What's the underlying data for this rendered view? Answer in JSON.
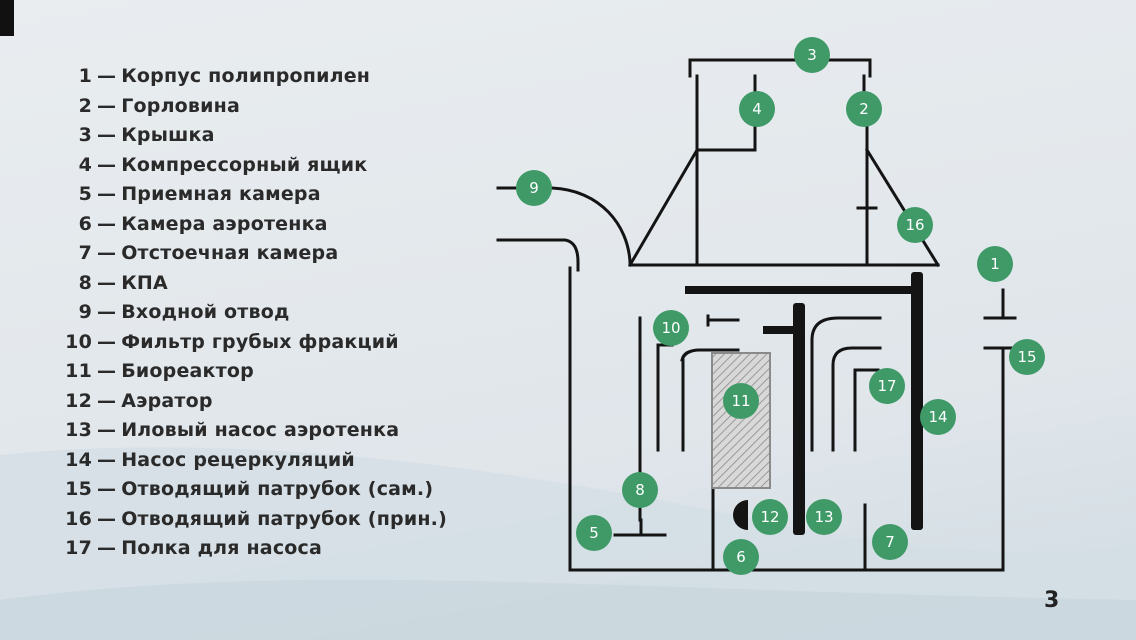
{
  "legend": [
    {
      "num": "1",
      "text": "Корпус полипропилен"
    },
    {
      "num": "2",
      "text": "Горловина"
    },
    {
      "num": "3",
      "text": "Крышка"
    },
    {
      "num": "4",
      "text": "Компрессорный ящик"
    },
    {
      "num": "5",
      "text": "Приемная камера"
    },
    {
      "num": "6",
      "text": "Камера аэротенка"
    },
    {
      "num": "7",
      "text": "Отстоечная камера"
    },
    {
      "num": "8",
      "text": "КПА"
    },
    {
      "num": "9",
      "text": "Входной отвод"
    },
    {
      "num": "10",
      "text": "Фильтр грубых фракций"
    },
    {
      "num": "11",
      "text": "Биореактор"
    },
    {
      "num": "12",
      "text": "Аэратор"
    },
    {
      "num": "13",
      "text": "Иловый насос аэротенка"
    },
    {
      "num": "14",
      "text": "Насос рецеркуляций"
    },
    {
      "num": "15",
      "text": "Отводящий патрубок (сам.)"
    },
    {
      "num": "16",
      "text": "Отводящий патрубок (прин.)"
    },
    {
      "num": "17",
      "text": "Полка для насоса"
    }
  ],
  "separator": "—",
  "page_number": "3",
  "diagram": {
    "markers": [
      "1",
      "2",
      "3",
      "4",
      "5",
      "6",
      "7",
      "8",
      "9",
      "10",
      "11",
      "12",
      "13",
      "14",
      "15",
      "16",
      "17"
    ]
  },
  "colors": {
    "marker_fill": "#3f9a68",
    "marker_text": "#ffffff",
    "line": "#141414",
    "text": "#2a2a2a",
    "background": "#e6eaee"
  }
}
